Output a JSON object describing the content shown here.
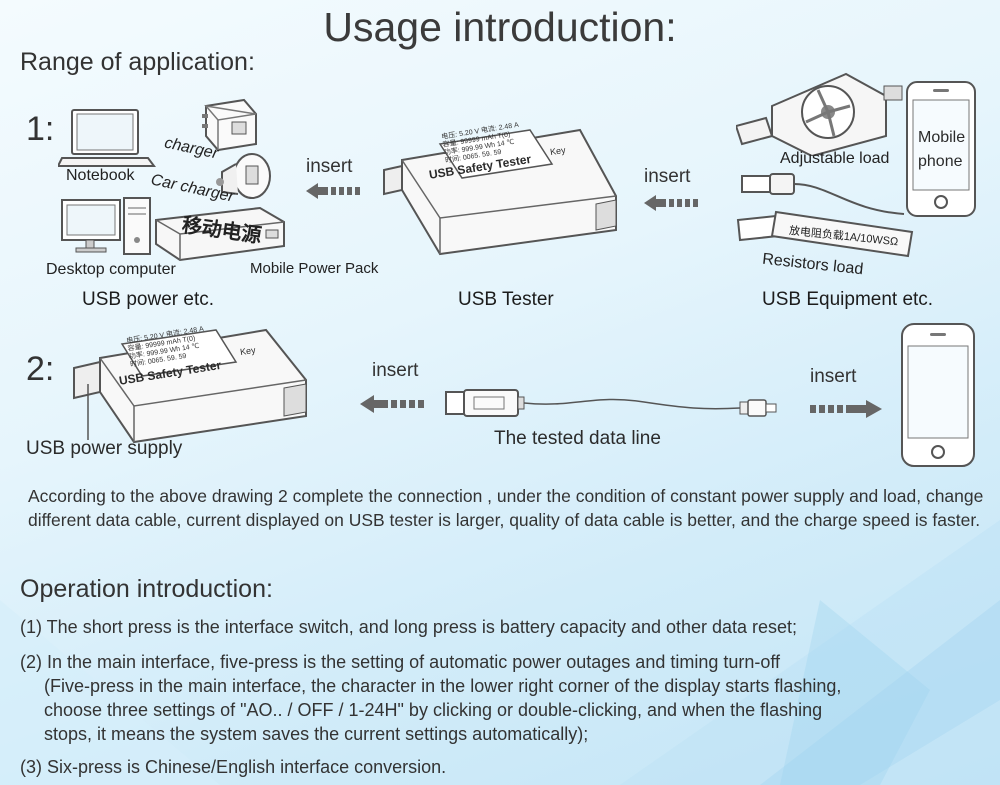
{
  "title": "Usage introduction:",
  "range": {
    "heading": "Range of application:",
    "row1": {
      "number": "1:",
      "notebook": "Notebook",
      "charger": "charger",
      "car_charger": "Car charger",
      "desktop": "Desktop computer",
      "power_pack": "Mobile Power Pack",
      "power_pack_cn": "移动电源",
      "insert_left": "insert",
      "insert_right": "insert",
      "adjustable_load": "Adjustable load",
      "mobile_phone_1": "Mobile",
      "mobile_phone_2": "phone",
      "resistors_load": "Resistors load",
      "resistor_print": "放电阻负载1A/10WSΩ",
      "caption_power": "USB power etc.",
      "caption_tester": "USB Tester",
      "caption_equipment": "USB Equipment etc."
    },
    "row2": {
      "number": "2:",
      "usb_power_supply": "USB power supply",
      "insert_left": "insert",
      "insert_right": "insert",
      "data_line": "The tested data line"
    }
  },
  "tester": {
    "brand": "USB Safety Tester",
    "key": "Key",
    "line1": "电压: 5.20 V  电流: 2.48 A",
    "line2": "容量: 99999 mAh  T(0)",
    "line3": "功率: 999.99 Wh  14 ℃",
    "line4": "时间: 0065. 59. 59"
  },
  "description": "According to the above drawing 2 complete the connection , under the condition of constant power supply and load, change different data cable, current displayed on USB tester is larger, quality of data cable is better, and the charge speed is faster.",
  "operation": {
    "heading": "Operation introduction:",
    "item1": "(1) The short press is the  interface switch, and long press is  battery capacity and other data reset;",
    "item2_line1": "(2) In the main interface, five-press is the setting of automatic power outages and timing turn-off",
    "item2_line2": "(Five-press in the main interface, the character in the lower right corner of the display starts flashing,",
    "item2_line3": "choose three settings of \"AO.. / OFF / 1-24H\" by clicking or double-clicking, and when the flashing",
    "item2_line4": "stops, it means the system  saves the current settings automatically);",
    "item3": "(3) Six-press is Chinese/English interface conversion."
  }
}
